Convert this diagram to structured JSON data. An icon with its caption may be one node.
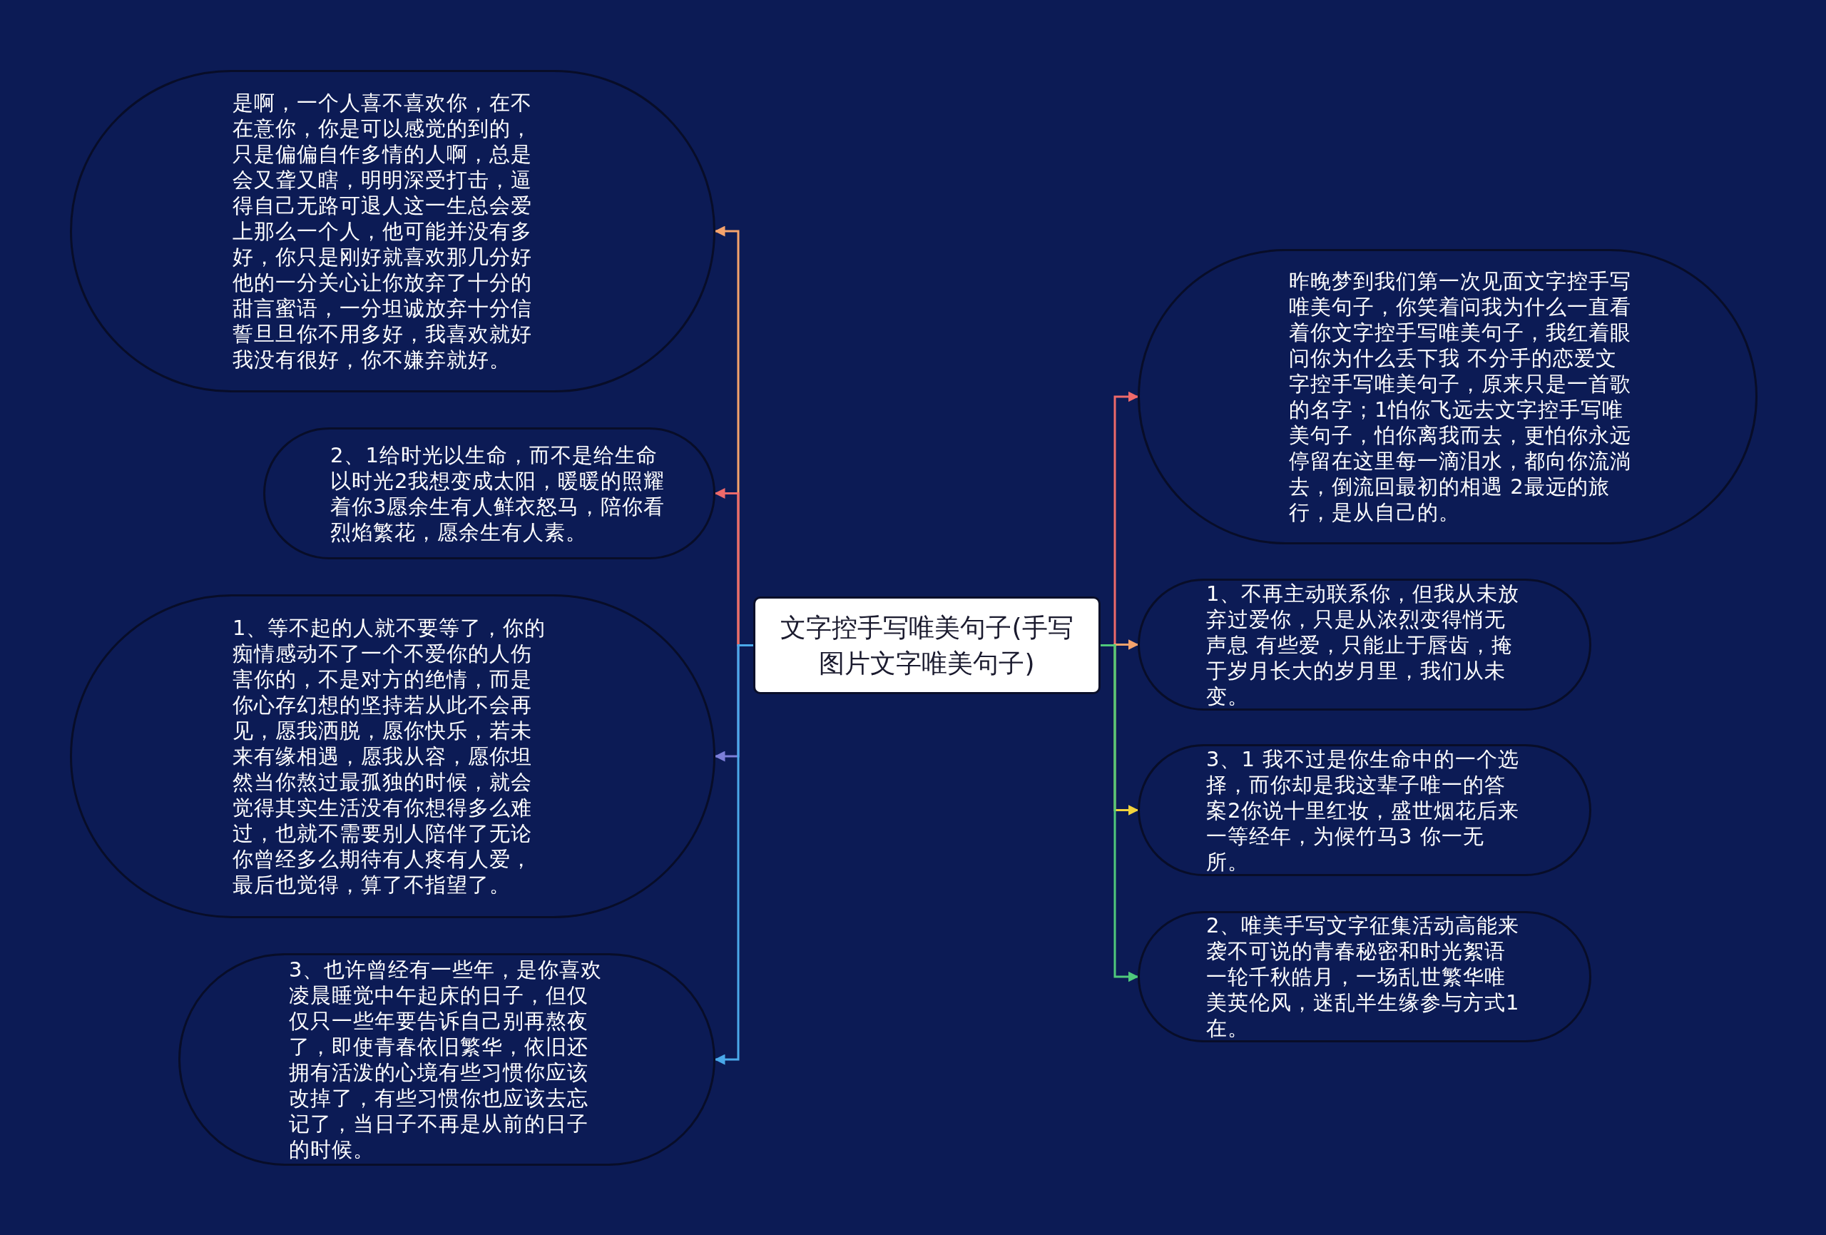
{
  "diagram": {
    "nodes": [
      {
        "text": [
          "文字控手写唯美句子(手写图片文字唯美句子)"
        ]
      },
      {
        "text": [
          "是啊，一个人喜不喜欢你，在不在意你，你是可以感觉的到的，只是偏偏自作多情的人啊，总是会又聋又瞎，明明深受打击，逼得自己无路可退人这一生总会爱上那么一个人，他可能并没有多好，你只是刚好就喜欢那几分好他的一分关心让你放弃了十分的甜言蜜语，一分坦诚放弃十分信誓旦旦你不用多好，我喜欢就好我没有很好，你不嫌弃就好。"
        ]
      },
      {
        "text": [
          "2、1给时光以生命，而不是给生命以时光2我想变成太阳，暖暖的照耀着你3愿余生有人鲜衣怒马，陪你看烈焰繁花，愿余生有人素。"
        ]
      },
      {
        "text": [
          "1、等不起的人就不要等了，你的痴情感动不了一个不爱你的人伤害你的，不是对方的绝情，而是你心存幻想的坚持若从此不会再见，愿我洒脱，愿你快乐，若未来有缘相遇，愿我从容，愿你坦然当你熬过最孤独的时候，就会觉得其实生活没有你想得多么难过，也就不需要别人陪伴了无论你曾经多么期待有人疼有人爱，最后也觉得，算了不指望了。"
        ]
      },
      {
        "text": [
          "3、也许曾经有一些年，是你喜欢凌晨睡觉中午起床的日子，但仅仅只一些年要告诉自己别再熬夜了，即使青春依旧繁华，依旧还拥有活泼的心境有些习惯你应该改掉了，有些习惯你也应该去忘记了，当日子不再是从前的日子的时候。"
        ]
      },
      {
        "text": [
          "昨晚梦到我们第一次见面文字控手写唯美句子，你笑着问我为什么一直看着你文字控手写唯美句子，我红着眼问你为什么丢下我 不分手的恋爱文字控手写唯美句子，原来只是一首歌的名字；1怕你飞远去文字控手写唯美句子，怕你离我而去，更怕你永远停留在这里每一滴泪水，都向你流淌去，倒流回最初的相遇 2最远的旅行，是从自己的。"
        ]
      },
      {
        "text": [
          "1、不再主动联系你，但我从未放弃过爱你，只是从浓烈变得悄无声息 有些爱，只能止于唇齿，掩于岁月长大的岁月里，我们从未变。"
        ]
      },
      {
        "text": [
          "3、1 我不过是你生命中的一个选择，而你却是我这辈子唯一的答案2你说十里红妆，盛世烟花后来一等经年，为候竹马3 你一无所。"
        ]
      },
      {
        "text": [
          "2、唯美手写文字征集活动高能来袭不可说的青春秘密和时光絮语一轮千秋皓月，一场乱世繁华唯美英伦风，迷乱半生缘参与方式1在。"
        ]
      }
    ],
    "edges": [
      {
        "from": 0,
        "to": 1,
        "arrow": "to",
        "color": "#f5a36c"
      },
      {
        "from": 0,
        "to": 2,
        "arrow": "to",
        "color": "#ee6a6a"
      },
      {
        "from": 0,
        "to": 3,
        "arrow": "to",
        "color": "#7d7fd8"
      },
      {
        "from": 0,
        "to": 4,
        "arrow": "to",
        "color": "#4aa9ea"
      },
      {
        "from": 0,
        "to": 5,
        "arrow": "to",
        "color": "#ee6a6a"
      },
      {
        "from": 0,
        "to": 6,
        "arrow": "to",
        "color": "#f5a36c"
      },
      {
        "from": 0,
        "to": 7,
        "arrow": "to",
        "color": "#f2d33c"
      },
      {
        "from": 0,
        "to": 8,
        "arrow": "to",
        "color": "#4fc97c"
      }
    ]
  }
}
